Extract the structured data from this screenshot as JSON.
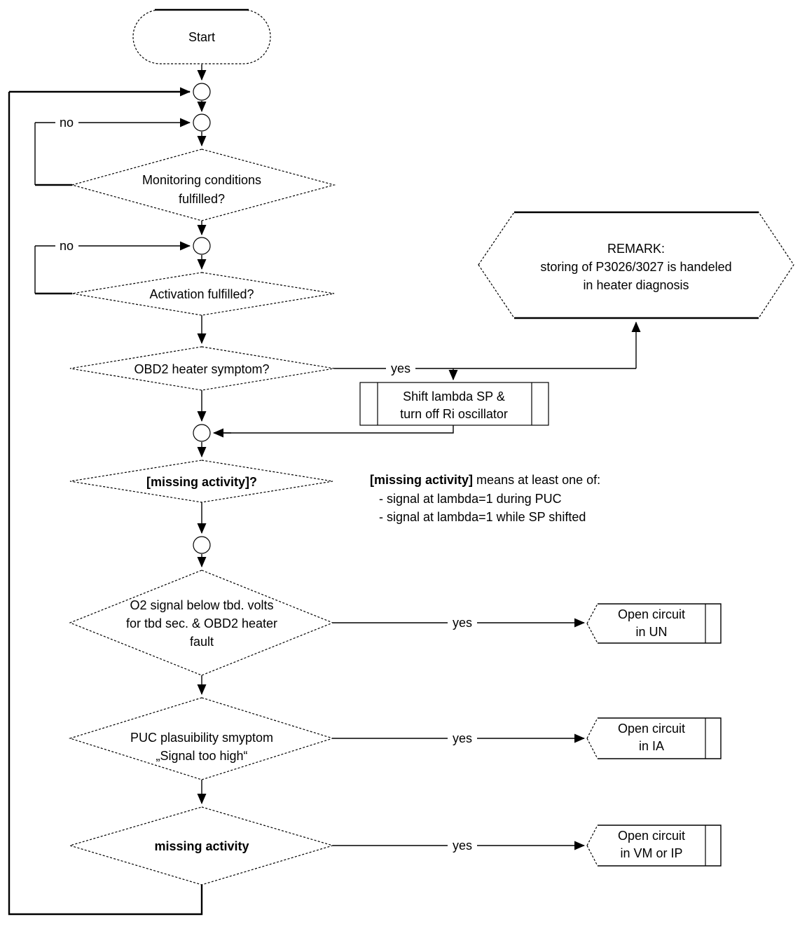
{
  "title": "O2 sensor open-circuit diagnosis flowchart",
  "colors": {
    "ink": "#000000",
    "paper": "#ffffff"
  },
  "nodes": {
    "start": {
      "label": "Start"
    },
    "monitoring": {
      "line1": "Monitoring conditions",
      "line2": "fulfilled?"
    },
    "activation": {
      "label": "Activation fulfilled?"
    },
    "obd2": {
      "label": "OBD2 heater symptom?"
    },
    "remark": {
      "line1": "REMARK:",
      "line2": "storing of P3026/3027 is handeled",
      "line3": "in heater diagnosis"
    },
    "shift": {
      "line1": "Shift lambda SP &",
      "line2": "turn off Ri oscillator"
    },
    "missing_check": {
      "label": "[missing activity]?"
    },
    "o2_low": {
      "line1": "O2 signal below tbd. volts",
      "line2": "for tbd sec. & OBD2 heater",
      "line3": "fault"
    },
    "puc": {
      "line1": "PUC plasuibility smyptom",
      "line2": "„Signal too high“"
    },
    "missing": {
      "label": "missing activity"
    },
    "open_un": {
      "line1": "Open circuit",
      "line2": "in UN"
    },
    "open_ia": {
      "line1": "Open circuit",
      "line2": "in IA"
    },
    "open_vm": {
      "line1": "Open circuit",
      "line2": "in VM or IP"
    }
  },
  "edges": {
    "no1": "no",
    "no2": "no",
    "yes_obd2": "yes",
    "yes_o2": "yes",
    "yes_puc": "yes",
    "yes_missing": "yes"
  },
  "annotation": {
    "title_bold": "[missing activity]",
    "title_rest": " means at least one of:",
    "item1": "- signal at lambda=1 during PUC",
    "item2": "- signal at lambda=1 while SP shifted"
  }
}
